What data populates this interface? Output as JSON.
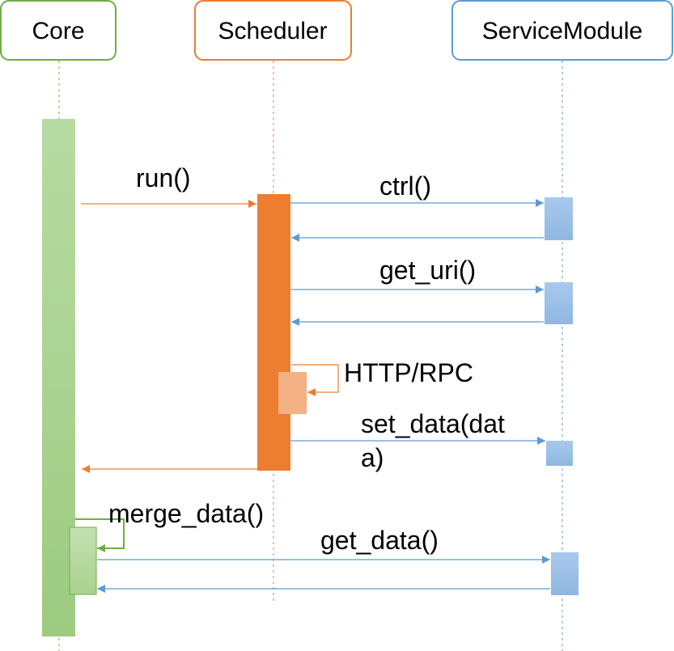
{
  "participants": {
    "core": {
      "label": "Core",
      "color": "#70ad47"
    },
    "scheduler": {
      "label": "Scheduler",
      "color": "#ed7d31"
    },
    "service": {
      "label": "ServiceModule",
      "color": "#5b9bd5"
    }
  },
  "messages": {
    "run": "run()",
    "ctrl": "ctrl()",
    "get_uri": "get_uri()",
    "http_rpc": "HTTP/RPC",
    "set_data_line1": "set_data(dat",
    "set_data_line2": "a)",
    "merge_data": "merge_data()",
    "get_data": "get_data()"
  },
  "colors": {
    "core_activation": "#a9d18e",
    "scheduler_activation": "#ed7d31",
    "scheduler_self_activation": "#f4b183",
    "service_activation": "#9dc3e6",
    "arrow_orange": "#ed7d31",
    "arrow_blue": "#5b9bd5",
    "arrow_green": "#70ad47"
  }
}
